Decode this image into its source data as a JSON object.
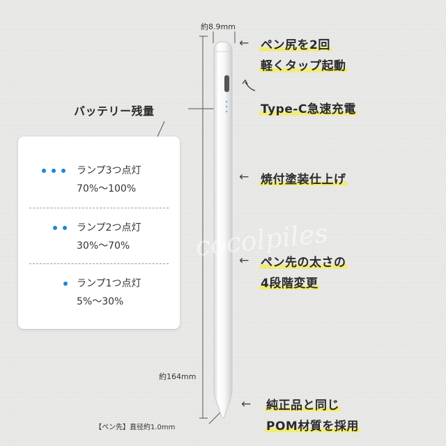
{
  "dimensions": {
    "width_label": "約8.9mm",
    "length_label": "約164mm",
    "tip_label": "【ペン先】直径約1.0mm"
  },
  "battery": {
    "title": "バッテリー残量",
    "levels": [
      {
        "dots": 3,
        "label": "ランプ3つ点灯",
        "range": "70%〜100%"
      },
      {
        "dots": 2,
        "label": "ランプ2つ点灯",
        "range": "30%〜70%"
      },
      {
        "dots": 1,
        "label": "ランプ1つ点灯",
        "range": "5%〜30%"
      }
    ],
    "dot_color": "#1d86d6"
  },
  "features": {
    "double_tap": {
      "line1": "ペン尻を2回",
      "line2": "軽くタップ起動"
    },
    "charging": "Type-C急速充電",
    "finish": "焼付塗装仕上げ",
    "thickness": {
      "line1": "ペン先の太さの",
      "line2": "4段階変更"
    },
    "tip_material": {
      "line1": "純正品と同じ",
      "line2": "POM材質を採用"
    }
  },
  "watermark": "cocolpiles",
  "arrow": "←",
  "highlight_color": "#f2ec75"
}
